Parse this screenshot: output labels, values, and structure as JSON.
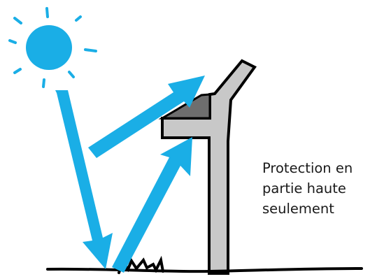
{
  "caption": {
    "lines": [
      "Protection en",
      "partie haute",
      "seulement"
    ]
  },
  "colors": {
    "sun_and_rays": "#1aaee6",
    "outline": "#000000",
    "post_fill": "#c8c8c8",
    "roof_shade": "#6e6e6e",
    "background": "#ffffff"
  },
  "icons": [
    "sun-icon",
    "sunlight-arrow-icon",
    "wall-post-icon",
    "coping-roof-icon",
    "ground-impact-icon"
  ]
}
